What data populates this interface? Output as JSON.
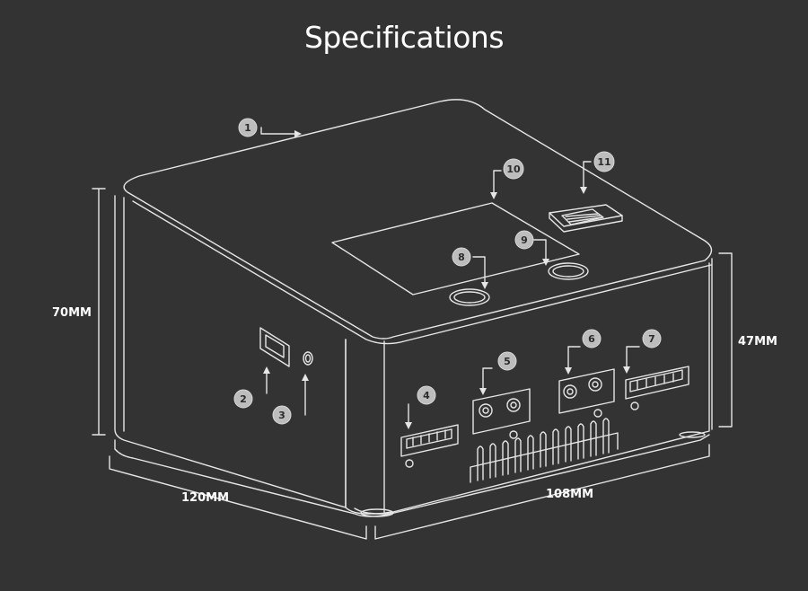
{
  "title": "Specifications",
  "colors": {
    "background": "#333333",
    "line": "#e6e6e6",
    "badge": "#bdbdbd"
  },
  "dimensions": {
    "height_total": "70MM",
    "height_front": "47MM",
    "width_side": "120MM",
    "width_front": "108MM"
  },
  "callouts": [
    "1",
    "2",
    "3",
    "4",
    "5",
    "6",
    "7",
    "8",
    "9",
    "10",
    "11"
  ]
}
